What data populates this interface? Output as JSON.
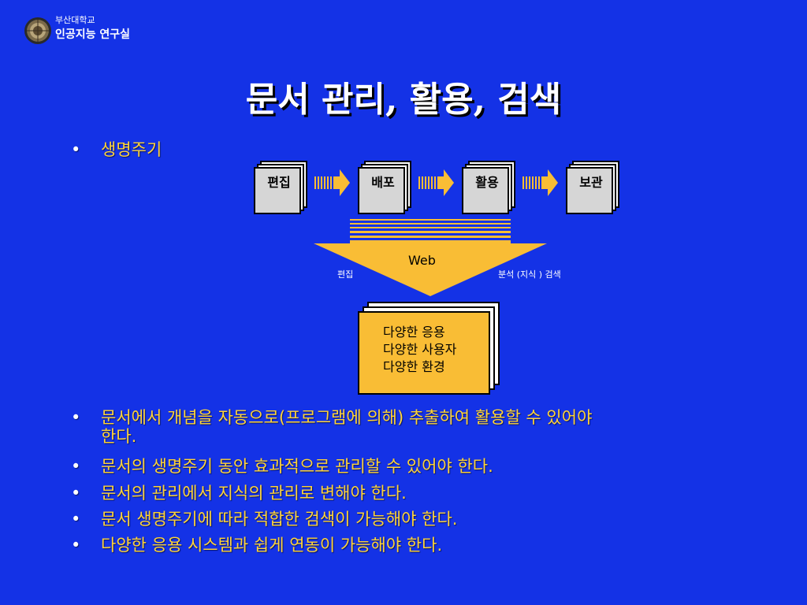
{
  "header": {
    "university": "부산대학교",
    "lab": "인공지능 연구실"
  },
  "title": "문서 관리, 활용, 검색",
  "lifecycle": {
    "heading": "생명주기",
    "stages": [
      "편집",
      "배포",
      "활용",
      "보관"
    ],
    "web_label": "Web",
    "edit_caption": "편집",
    "search_caption": "분석 (지식 ) 검색",
    "outputs": [
      "다양한 응용",
      "다양한 사용자",
      "다양한 환경"
    ]
  },
  "bullet_marker": "•",
  "bullets": [
    {
      "line1": "문서에서 개념을 자동으로(프로그램에 의해) 추출하여 활용할 수 있어야",
      "line2": "한다."
    },
    {
      "line1": "문서의 생명주기 동안 효과적으로 관리할 수 있어야 한다."
    },
    {
      "line1": "문서의 관리에서 지식의 관리로 변해야 한다."
    },
    {
      "line1": "문서 생명주기에 따라 적합한 검색이 가능해야 한다."
    },
    {
      "line1": "다양한 응용 시스템과 쉽게 연동이 가능해야 한다."
    }
  ],
  "colors": {
    "background": "#1432e6",
    "bullet_text": "#ffd438",
    "accent": "#f9bd35"
  }
}
